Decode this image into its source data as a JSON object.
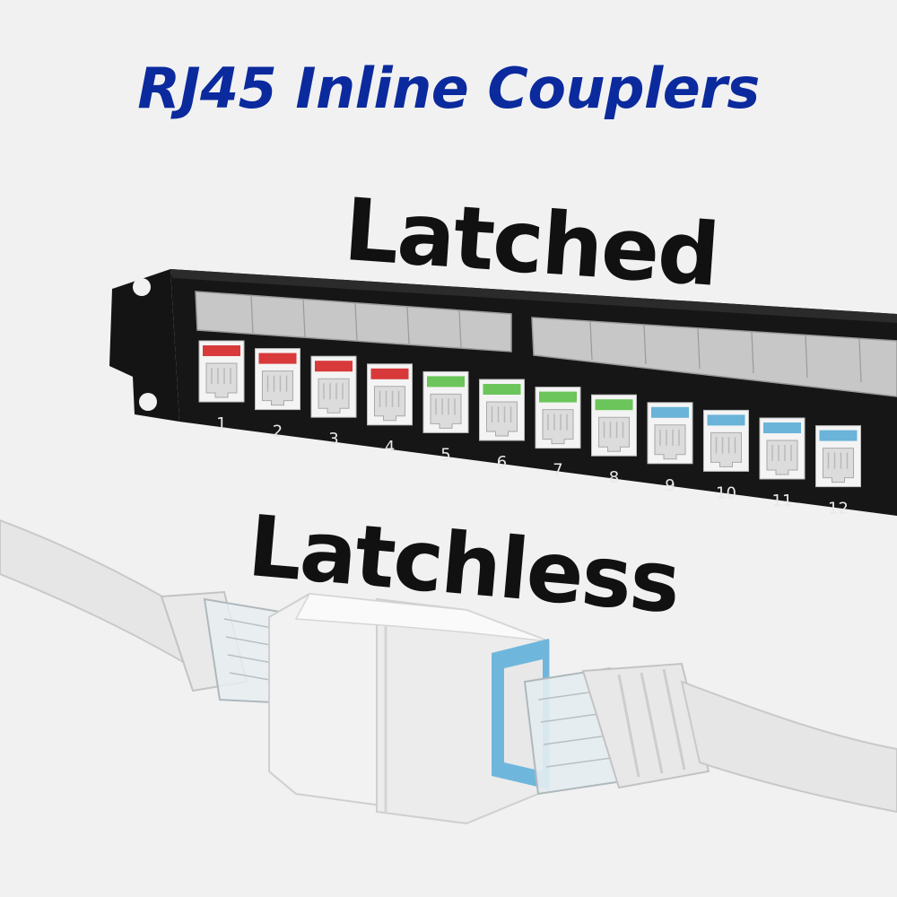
{
  "title": {
    "text": "RJ45 Inline Couplers",
    "color": "#0b2a9e"
  },
  "labels": {
    "latched": "Latched",
    "latchless": "Latchless"
  },
  "patch_panel": {
    "ports": [
      {
        "number": "1",
        "color": "#d8393a"
      },
      {
        "number": "2",
        "color": "#d8393a"
      },
      {
        "number": "3",
        "color": "#d8393a"
      },
      {
        "number": "4",
        "color": "#d8393a"
      },
      {
        "number": "5",
        "color": "#6cc55a"
      },
      {
        "number": "6",
        "color": "#6cc55a"
      },
      {
        "number": "7",
        "color": "#6cc55a"
      },
      {
        "number": "8",
        "color": "#6cc55a"
      },
      {
        "number": "9",
        "color": "#6ab3d9"
      },
      {
        "number": "10",
        "color": "#6ab3d9"
      },
      {
        "number": "11",
        "color": "#6ab3d9"
      },
      {
        "number": "12",
        "color": "#6ab3d9"
      }
    ]
  }
}
